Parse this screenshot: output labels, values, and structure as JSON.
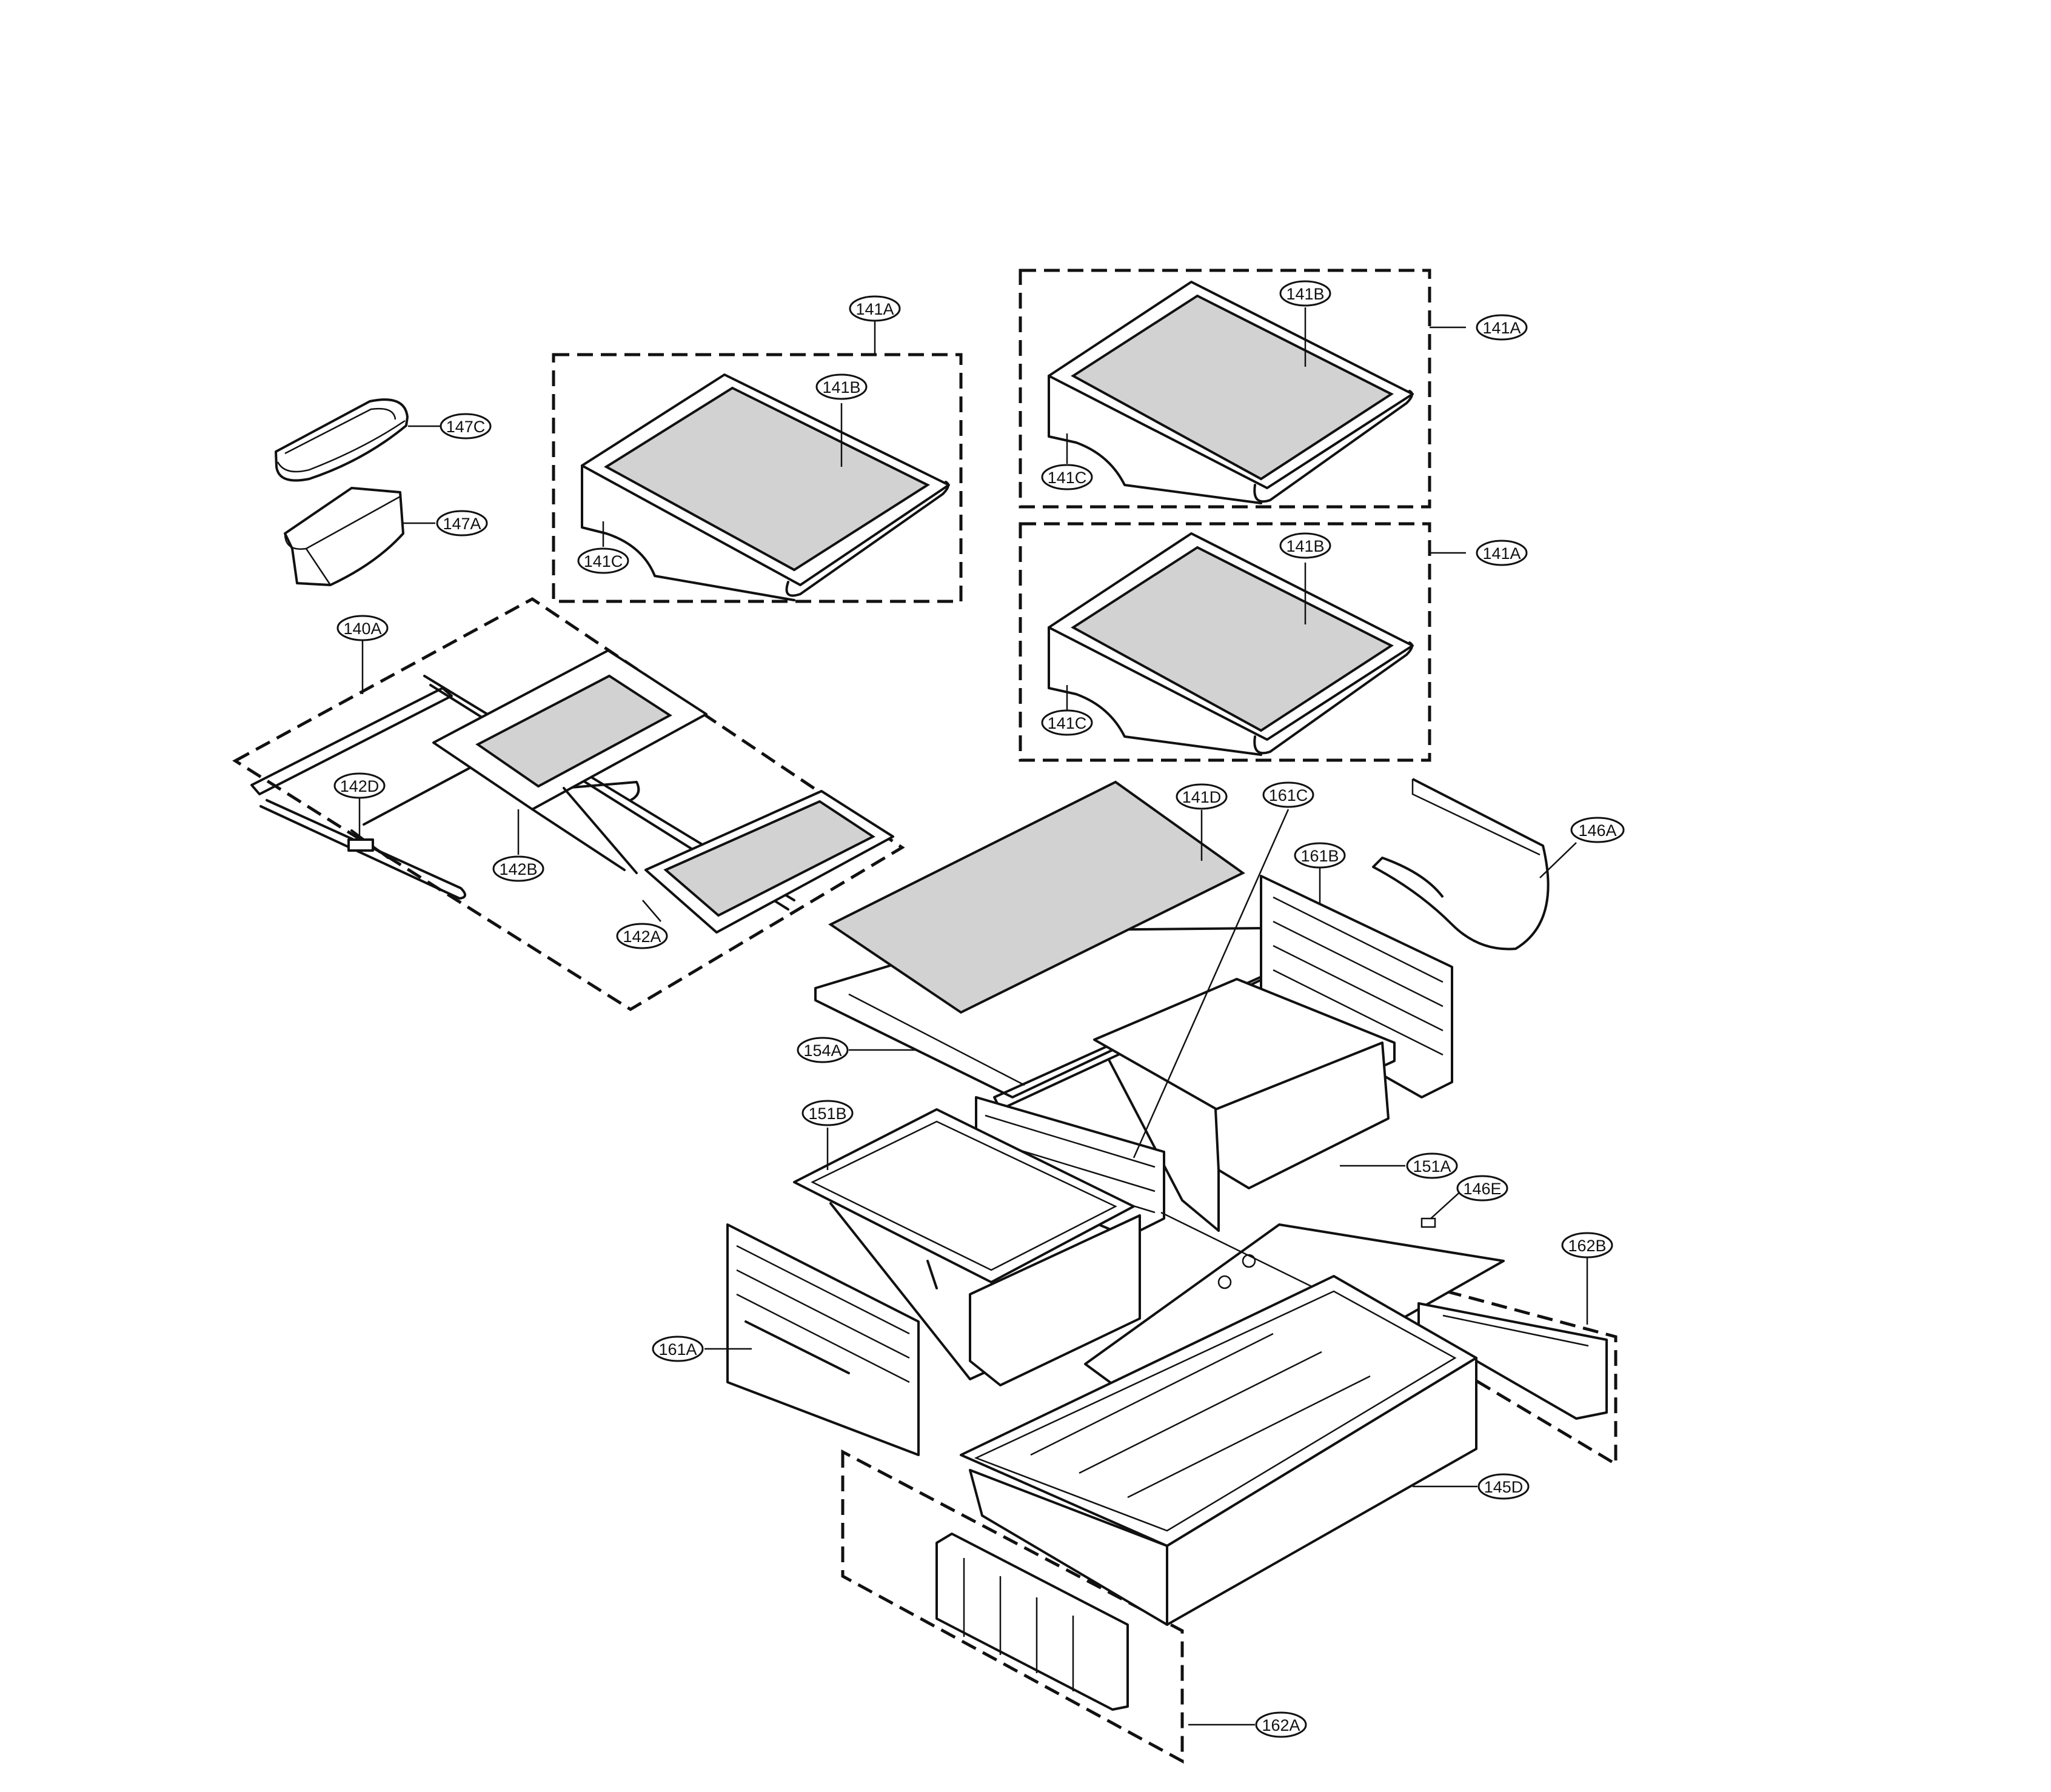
{
  "callouts": {
    "c147C": "147C",
    "c147A": "147A",
    "c140A": "140A",
    "c142D": "142D",
    "c142B": "142B",
    "c142A": "142A",
    "c141A_a": "141A",
    "c141B_a": "141B",
    "c141C_a": "141C",
    "c141A_b": "141A",
    "c141B_b": "141B",
    "c141C_b": "141C",
    "c141A_c": "141A",
    "c141B_c": "141B",
    "c141C_c": "141C",
    "c141D": "141D",
    "c161C": "161C",
    "c161B": "161B",
    "c146A": "146A",
    "c154A": "154A",
    "c151B": "151B",
    "c151A": "151A",
    "c146E": "146E",
    "c162B": "162B",
    "c161A": "161A",
    "c145D": "145D",
    "c162A": "162A"
  }
}
